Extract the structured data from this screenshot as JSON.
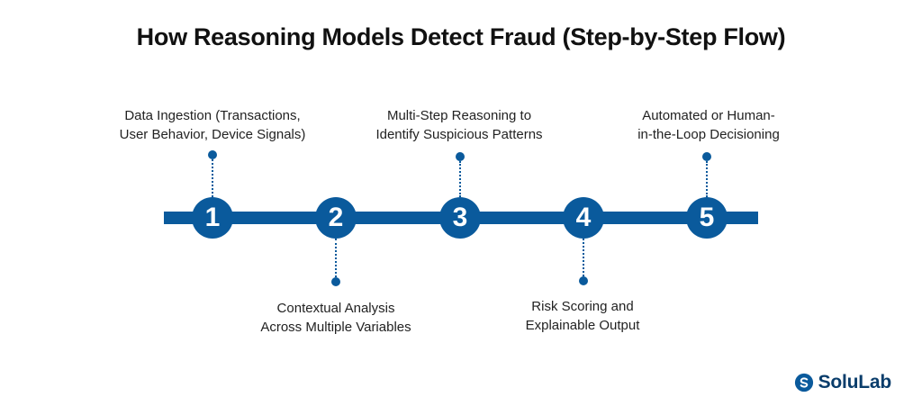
{
  "title": "How Reasoning Models Detect Fraud (Step-by-Step Flow)",
  "accent_color": "#0a5a9c",
  "steps": [
    {
      "number": "1",
      "lines": [
        "Data Ingestion (Transactions,",
        "User Behavior, Device Signals)"
      ],
      "position": "above"
    },
    {
      "number": "2",
      "lines": [
        "Contextual Analysis",
        "Across Multiple Variables"
      ],
      "position": "below"
    },
    {
      "number": "3",
      "lines": [
        "Multi-Step Reasoning to",
        "Identify Suspicious Patterns"
      ],
      "position": "above"
    },
    {
      "number": "4",
      "lines": [
        "Risk Scoring and",
        "Explainable Output"
      ],
      "position": "below"
    },
    {
      "number": "5",
      "lines": [
        "Automated or Human-",
        "in-the-Loop Decisioning"
      ],
      "position": "above"
    }
  ],
  "brand": {
    "name": "SoluLab",
    "icon": "solulab-logo-icon"
  }
}
